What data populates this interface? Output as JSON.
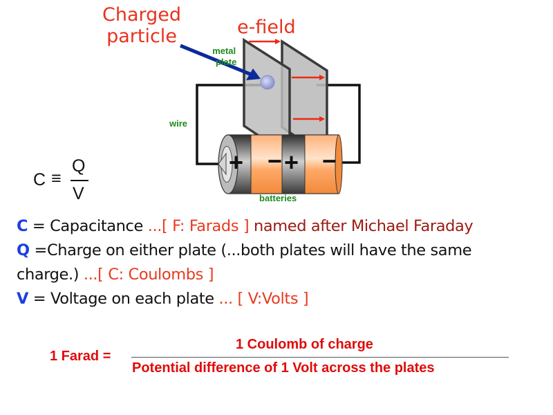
{
  "diagram": {
    "labels": {
      "charged_particle": "Charged\nparticle",
      "charged_particle_line1": "Charged",
      "charged_particle_line2": "particle",
      "e_field": "e-field",
      "metal_plate_line1": "metal",
      "metal_plate_line2": "plate",
      "wire": "wire",
      "batteries": "batteries"
    },
    "battery_signs": [
      "+",
      "−",
      "+",
      "−"
    ],
    "colors": {
      "title_red": "#e8321e",
      "label_green": "#1d8a1d",
      "arrow_blue": "#0a2a9a",
      "field_arrow": "#ee2a12",
      "plate_fill": "#bdbdbd",
      "plate_edge": "#3a3a3a",
      "battery_orange": "#ff9f5c",
      "battery_gray": "#555555"
    }
  },
  "formula": {
    "lhs": "C",
    "symbol": "≡",
    "numerator": "Q",
    "denominator": "V"
  },
  "definitions": [
    {
      "var": "C",
      "text": " = Capacitance ",
      "unit": "...[ F: Farads ]",
      "extra": " named after Michael Faraday"
    },
    {
      "var": "Q",
      "text": " =Charge on either plate (...both plates will have the same"
    },
    {
      "text": "charge.) ",
      "unit": "...[ C: Coulombs ]"
    },
    {
      "var": "V",
      "text": " = Voltage on each plate ",
      "unit": "... [ V:Volts ]"
    }
  ],
  "farad_definition": {
    "lhs": "1 Farad =",
    "numerator": "1 Coulomb of charge",
    "denominator": "Potential difference of 1 Volt across the plates"
  }
}
